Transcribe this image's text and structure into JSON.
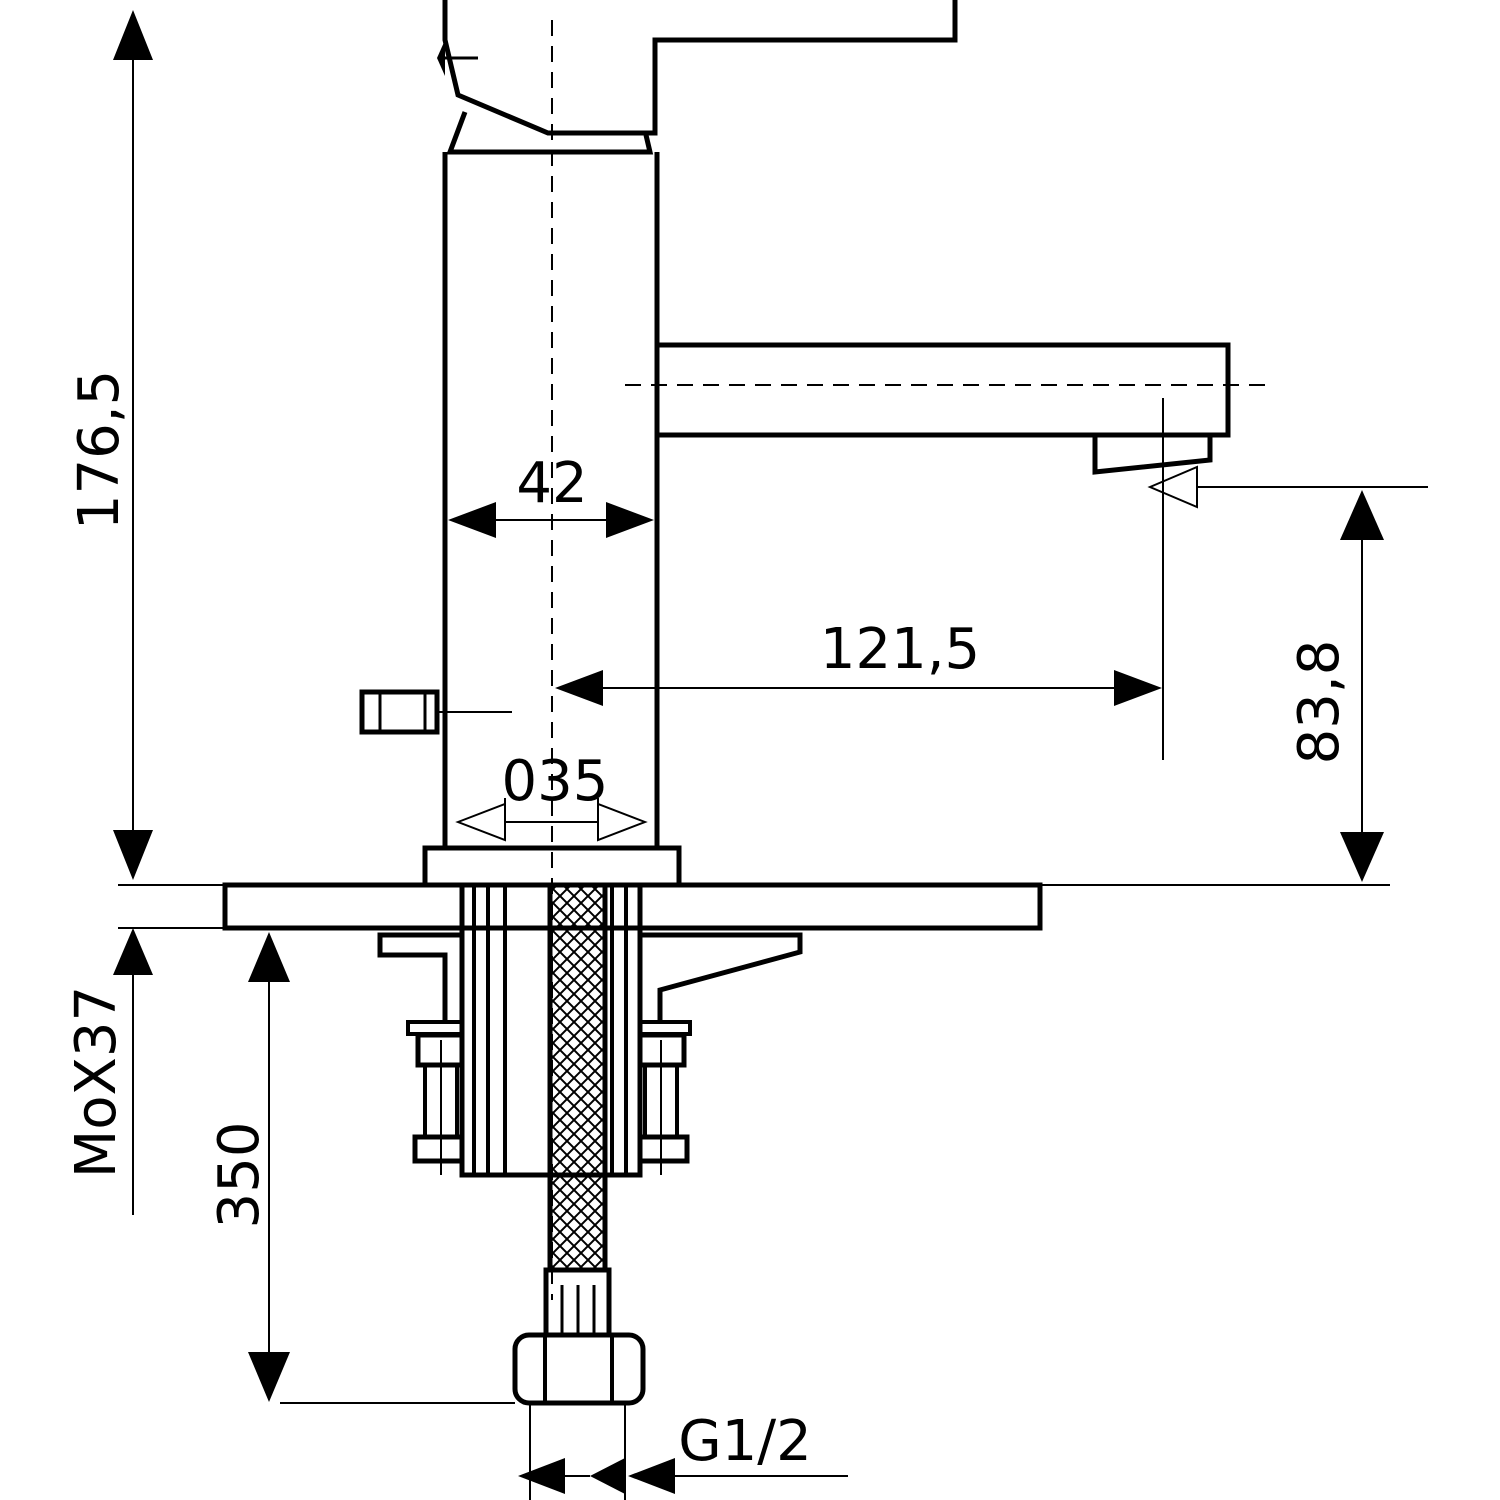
{
  "dimensions": {
    "total_height": "176,5",
    "body_width": "42",
    "spout_reach": "121,5",
    "spout_height": "83,8",
    "base_diameter": "035",
    "thread_mount": "MoX37",
    "hose_length": "350",
    "connection": "G1/2"
  },
  "colors": {
    "line": "#000000",
    "background": "#ffffff"
  }
}
